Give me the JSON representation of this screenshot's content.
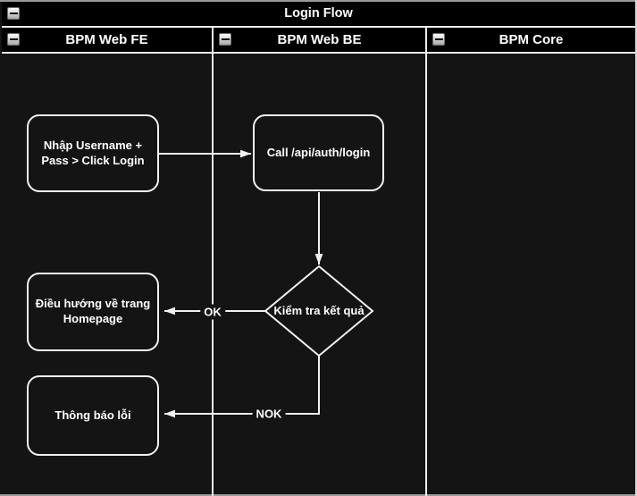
{
  "pool": {
    "title": "Login Flow"
  },
  "lanes": [
    {
      "label": "BPM Web FE"
    },
    {
      "label": "BPM Web BE"
    },
    {
      "label": "BPM Core"
    }
  ],
  "nodes": {
    "login_input": {
      "label": "Nhập Username + Pass > Click Login",
      "shape": "rounded-rectangle",
      "lane": "BPM Web FE"
    },
    "call_api": {
      "label": "Call /api/auth/login",
      "shape": "rounded-rectangle",
      "lane": "BPM Web BE"
    },
    "check_result": {
      "label": "Kiểm tra kết quả",
      "shape": "decision-diamond",
      "lane": "BPM Web BE"
    },
    "go_homepage": {
      "label": "Điều hướng về trang Homepage",
      "shape": "rounded-rectangle",
      "lane": "BPM Web FE"
    },
    "error_message": {
      "label": "Thông báo lỗi",
      "shape": "rounded-rectangle",
      "lane": "BPM Web FE"
    }
  },
  "edges": {
    "submit": {
      "from": "login_input",
      "to": "call_api"
    },
    "to_check": {
      "from": "call_api",
      "to": "check_result"
    },
    "ok": {
      "from": "check_result",
      "to": "go_homepage",
      "label": "OK"
    },
    "nok": {
      "from": "check_result",
      "to": "error_message",
      "label": "NOK"
    }
  },
  "colors": {
    "canvas_bg": "#141414",
    "header_bg": "#000000",
    "line": "#f2f2f2",
    "text": "#ffffff"
  }
}
